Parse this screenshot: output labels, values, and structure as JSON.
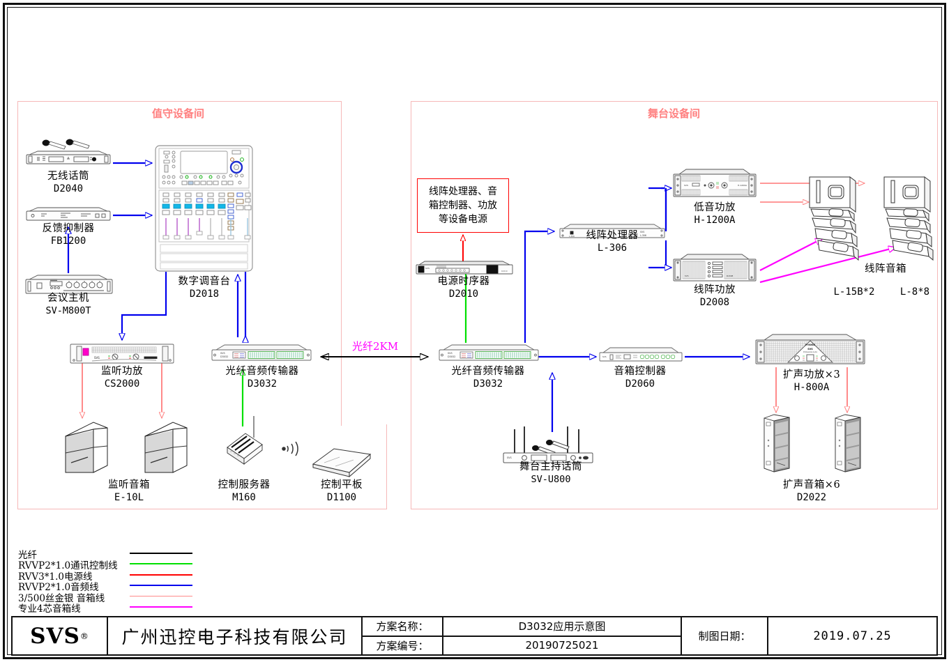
{
  "title_block": {
    "logo": "SVS",
    "logo_mark": "®",
    "company": "广州迅控电子科技有限公司",
    "key_name": "方案名称：",
    "key_number": "方案编号：",
    "value_name": "D3032应用示意图",
    "value_number": "20190725021",
    "key_date": "制图日期：",
    "value_date": "2019.07.25"
  },
  "rooms": {
    "left": {
      "title": "值守设备间"
    },
    "right": {
      "title": "舞台设备间"
    }
  },
  "fiber_link": {
    "label": "光纤2KM"
  },
  "power_note": {
    "lines": "线阵处理器、音箱控制器、功放等设备电源",
    "line1": "线阵处理器、音",
    "line2": "箱控制器、功放",
    "line3": "等设备电源"
  },
  "devices": [
    {
      "id": "wireless-mic",
      "name": "无线话筒",
      "model": "D2040"
    },
    {
      "id": "feedback-suppressor",
      "name": "反馈抑制器",
      "model": "FB1200"
    },
    {
      "id": "conference-host",
      "name": "会议主机",
      "model": "SV-M800T"
    },
    {
      "id": "digital-mixer",
      "name": "数字调音台",
      "model": "D2018"
    },
    {
      "id": "monitor-amp",
      "name": "监听功放",
      "model": "CS2000"
    },
    {
      "id": "monitor-speaker",
      "name": "监听音箱",
      "model": "E-10L"
    },
    {
      "id": "fiber-transmitter-left",
      "name": "光纤音频传输器",
      "model": "D3032"
    },
    {
      "id": "control-server",
      "name": "控制服务器",
      "model": "M160"
    },
    {
      "id": "control-tablet",
      "name": "控制平板",
      "model": "D1100"
    },
    {
      "id": "power-sequencer",
      "name": "电源时序器",
      "model": "D2010"
    },
    {
      "id": "fiber-transmitter-right",
      "name": "光纤音频传输器",
      "model": "D3032"
    },
    {
      "id": "stage-host-mic",
      "name": "舞台主持话筒",
      "model": "SV-U800"
    },
    {
      "id": "line-array-processor",
      "name": "线阵处理器",
      "model": "L-306"
    },
    {
      "id": "bass-amp",
      "name": "低音功放",
      "model": "H-1200A"
    },
    {
      "id": "line-array-amp",
      "name": "线阵功放",
      "model": "D2008"
    },
    {
      "id": "line-array-speaker",
      "name": "线阵音箱",
      "model": "L-15B*2",
      "model2": "L-8*8"
    },
    {
      "id": "speaker-controller",
      "name": "音箱控制器",
      "model": "D2060"
    },
    {
      "id": "pa-amp",
      "name": "扩声功放×3",
      "model": "H-800A"
    },
    {
      "id": "pa-speaker",
      "name": "扩声音箱×6",
      "model": "D2022"
    }
  ],
  "legend": [
    {
      "label": "光纤",
      "color": "#000000"
    },
    {
      "label": "RVVP2*1.0通讯控制线",
      "color": "#00e000"
    },
    {
      "label": "RVV3*1.0电源线",
      "color": "#ff0000"
    },
    {
      "label": "RVVP2*1.0音频线",
      "color": "#0000ee"
    },
    {
      "label": "3/500丝金银 音箱线",
      "color": "#ff8a8a"
    },
    {
      "label": "专业4芯音箱线",
      "color": "#ff00ff"
    }
  ],
  "colors": {
    "fiber": "#000000",
    "control": "#00e000",
    "power": "#ff0000",
    "audio": "#0000ee",
    "speaker_thin": "#ff8a8a",
    "speaker_pro": "#ff00ff",
    "room_border": "#f6b8b8",
    "room_title": "#ff8080"
  }
}
